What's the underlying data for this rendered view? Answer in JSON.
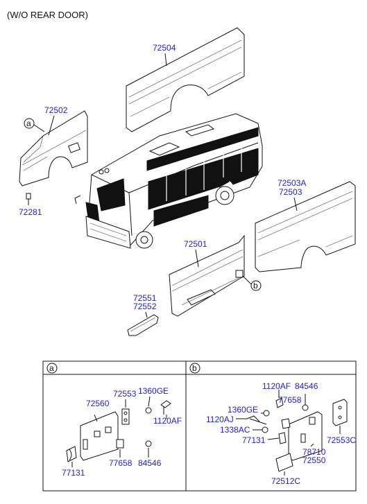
{
  "header": {
    "title": "(W/O REAR DOOR)"
  },
  "colors": {
    "part_number": "#1e1ecf",
    "line": "#111111"
  },
  "callouts": {
    "a": "a",
    "b": "b"
  },
  "parts_main": {
    "p72504": "72504",
    "p72502": "72502",
    "p72281": "72281",
    "p72503A": "72503A",
    "p72503": "72503",
    "p72501": "72501",
    "p72551": "72551",
    "p72552": "72552"
  },
  "detail_a": {
    "label": "a",
    "p72553": "72553",
    "p1360GE": "1360GE",
    "p72560": "72560",
    "p1120AF": "1120AF",
    "p77131": "77131",
    "p77658": "77658",
    "p84546": "84546"
  },
  "detail_b": {
    "label": "b",
    "p1120AF": "1120AF",
    "p84546": "84546",
    "p1360GE": "1360GE",
    "p77658": "77658",
    "p1120AJ": "1120AJ",
    "p1338AC": "1338AC",
    "p77131": "77131",
    "p78710": "78710",
    "p72550": "72550",
    "p72553C": "72553C",
    "p72512C": "72512C"
  }
}
